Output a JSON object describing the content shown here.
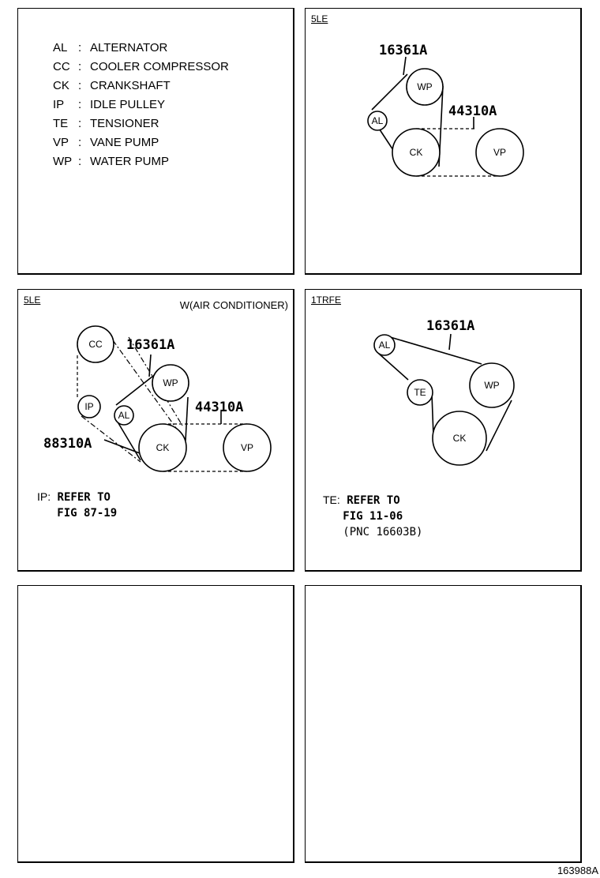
{
  "legend": [
    {
      "abbr": "AL",
      "name": "ALTERNATOR"
    },
    {
      "abbr": "CC",
      "name": "COOLER COMPRESSOR"
    },
    {
      "abbr": "CK",
      "name": "CRANKSHAFT"
    },
    {
      "abbr": "IP",
      "name": "IDLE PULLEY"
    },
    {
      "abbr": "TE",
      "name": "TENSIONER"
    },
    {
      "abbr": "VP",
      "name": "VANE PUMP"
    },
    {
      "abbr": "WP",
      "name": "WATER PUMP"
    }
  ],
  "legend_colon": ":",
  "panel2": {
    "engine": "5LE",
    "part_a": "16361A",
    "part_b": "44310A",
    "labels": {
      "wp": "WP",
      "al": "AL",
      "ck": "CK",
      "vp": "VP"
    }
  },
  "panel3": {
    "engine": "5LE",
    "condition": "W(AIR CONDITIONER)",
    "part_a": "16361A",
    "part_b": "44310A",
    "part_c": "88310A",
    "labels": {
      "cc": "CC",
      "wp": "WP",
      "ip": "IP",
      "al": "AL",
      "ck": "CK",
      "vp": "VP"
    },
    "note_lead": "IP:",
    "note_line1": " REFER TO",
    "note_line2": "FIG 87-19"
  },
  "panel4": {
    "engine": "1TRFE",
    "part_a": "16361A",
    "labels": {
      "al": "AL",
      "te": "TE",
      "wp": "WP",
      "ck": "CK"
    },
    "note_lead": "TE:",
    "note_line1": " REFER TO",
    "note_line2": "FIG 11-06",
    "note_line3": "(PNC 16603B)"
  },
  "figure_id": "163988A"
}
